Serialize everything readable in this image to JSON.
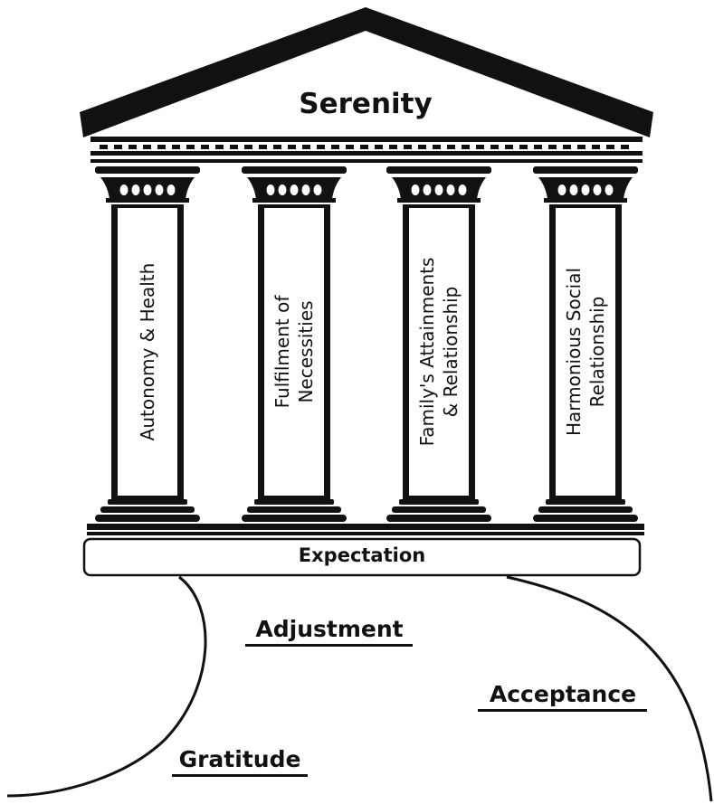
{
  "roof": {
    "label": "Serenity"
  },
  "pillars": [
    {
      "lines": [
        "Autonomy & Health"
      ]
    },
    {
      "lines": [
        "Fulfilment of",
        "Necessities"
      ]
    },
    {
      "lines": [
        "Family's Attainments",
        "& Relationship"
      ]
    },
    {
      "lines": [
        "Harmonious Social",
        "Relationship"
      ]
    }
  ],
  "foundation": {
    "label": "Expectation"
  },
  "path": {
    "words": [
      "Adjustment",
      "Acceptance",
      "Gratitude"
    ]
  },
  "colors": {
    "ink": "#111111",
    "background": "#ffffff"
  }
}
